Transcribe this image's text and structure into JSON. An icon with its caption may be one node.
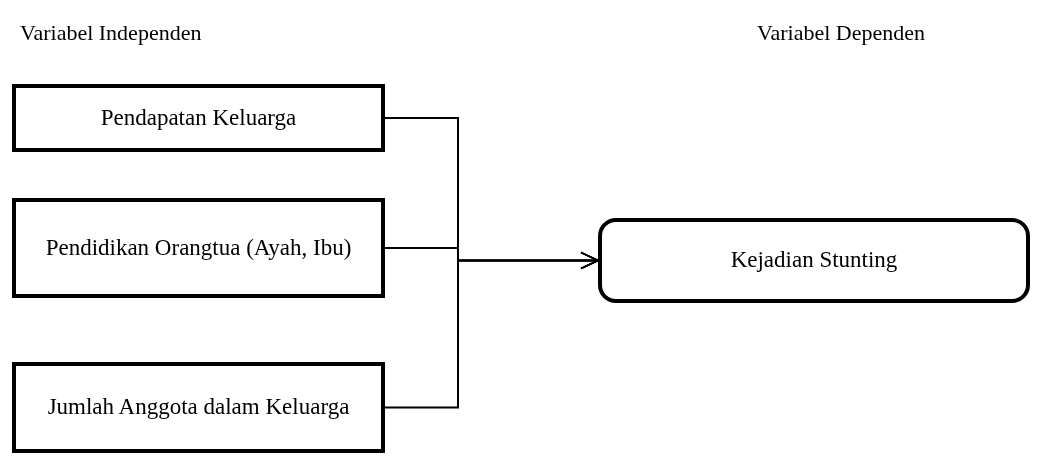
{
  "diagram": {
    "nodes": [
      {
        "text": [
          "Pendapatan Keluarga"
        ]
      },
      {
        "text": [
          "Pendidikan Orangtua (Ayah, Ibu)"
        ]
      },
      {
        "text": [
          "Jumlah Anggota dalam Keluarga"
        ]
      },
      {
        "text": [
          "Kejadian Stunting"
        ]
      }
    ],
    "edges": [
      {
        "from": 0,
        "to": 3,
        "arrow": "to"
      },
      {
        "from": 1,
        "to": 3,
        "arrow": "to"
      },
      {
        "from": 2,
        "to": 3,
        "arrow": "to"
      }
    ],
    "labels": [
      "Variabel Independen",
      "Variabel Dependen"
    ]
  }
}
